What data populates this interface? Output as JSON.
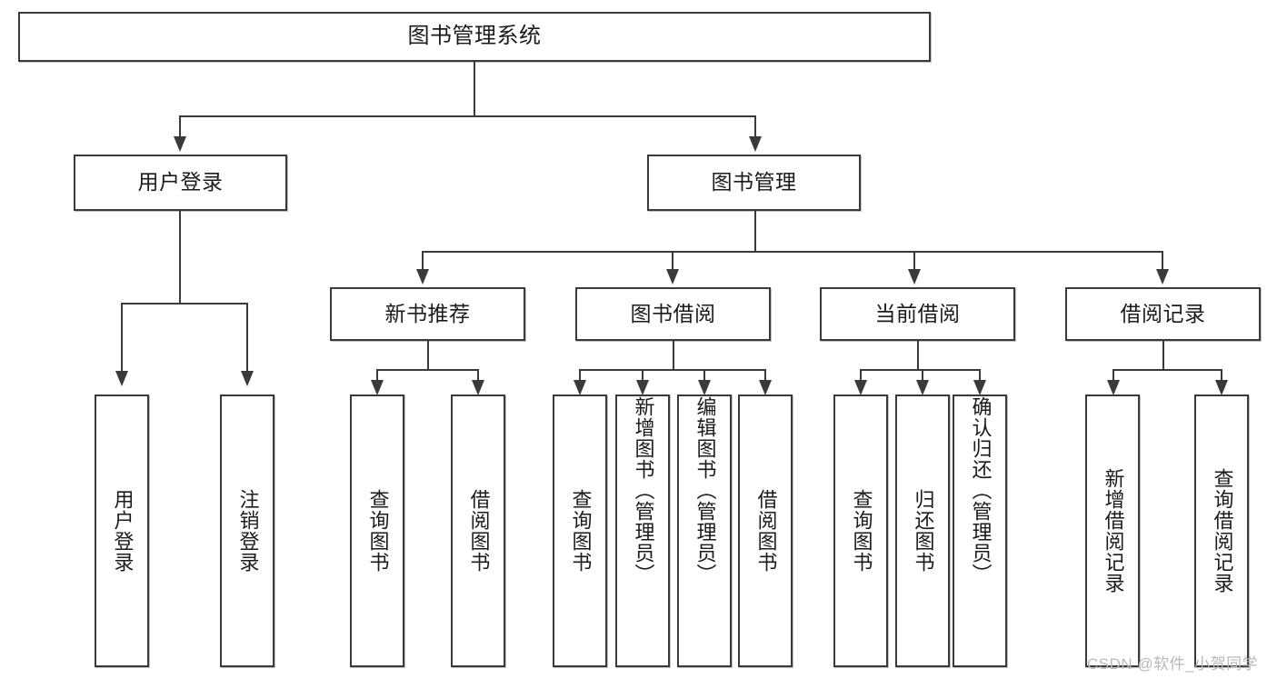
{
  "diagram": {
    "title": "图书管理系统",
    "type": "functional-hierarchy-tree",
    "root": {
      "label": "图书管理系统"
    },
    "tier2": [
      {
        "label": "用户登录"
      },
      {
        "label": "图书管理"
      }
    ],
    "tier3": [
      {
        "label": "新书推荐"
      },
      {
        "label": "图书借阅"
      },
      {
        "label": "当前借阅"
      },
      {
        "label": "借阅记录"
      }
    ],
    "leaves": {
      "user_login": [
        {
          "label": "用户登录"
        },
        {
          "label": "注销登录"
        }
      ],
      "new_book_recommend": [
        {
          "label": "查询图书"
        },
        {
          "label": "借阅图书"
        }
      ],
      "book_borrow": [
        {
          "label": "查询图书"
        },
        {
          "label": "新增图书（管理员）"
        },
        {
          "label": "编辑图书（管理员）"
        },
        {
          "label": "借阅图书"
        }
      ],
      "current_borrow": [
        {
          "label": "查询图书"
        },
        {
          "label": "归还图书"
        },
        {
          "label": "确认归还（管理员）"
        }
      ],
      "borrow_record": [
        {
          "label": "新增借阅记录"
        },
        {
          "label": "查询借阅记录"
        }
      ]
    }
  },
  "watermark": {
    "text": "CSDN @软件_小贺同学"
  },
  "colors": {
    "border": "#3a3a3a",
    "background": "#ffffff",
    "text": "#1b1b1b",
    "watermark": "#b9b9b9"
  }
}
